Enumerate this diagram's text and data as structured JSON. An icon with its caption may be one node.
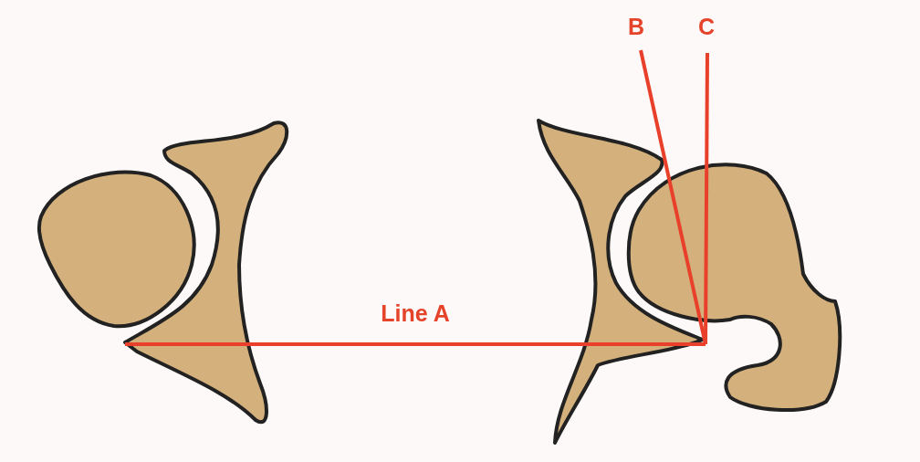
{
  "diagram": {
    "labels": [
      "B",
      "C",
      "Line A"
    ]
  }
}
